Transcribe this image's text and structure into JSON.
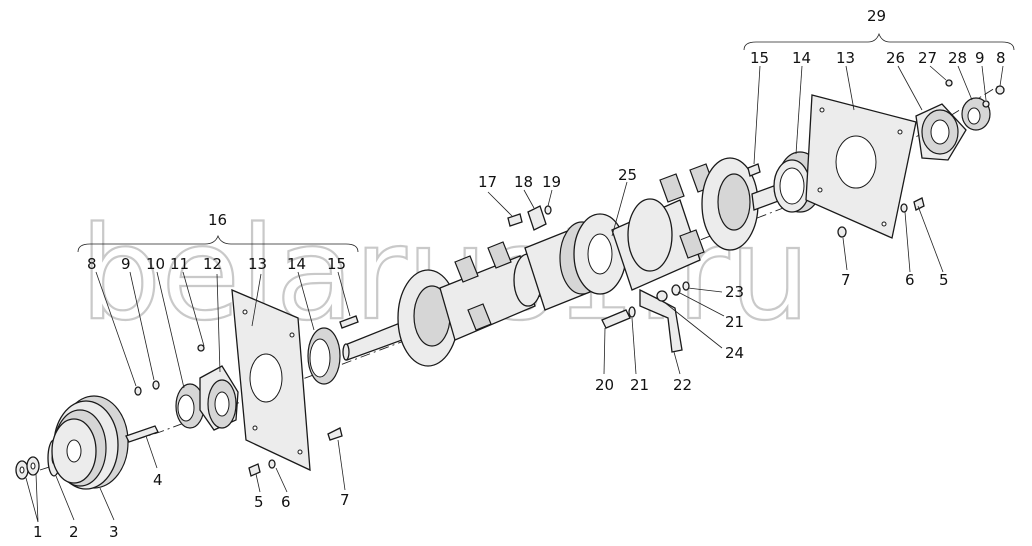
{
  "watermark": "belarus1.ru",
  "labels": {
    "n1": "1",
    "n2": "2",
    "n3": "3",
    "n4": "4",
    "n5a": "5",
    "n6a": "6",
    "n7a": "7",
    "n8a": "8",
    "n9a": "9",
    "n10": "10",
    "n11": "11",
    "n12": "12",
    "n13a": "13",
    "n14a": "14",
    "n15a": "15",
    "n16": "16",
    "n17": "17",
    "n18": "18",
    "n19": "19",
    "n20": "20",
    "n21a": "21",
    "n22": "22",
    "n23": "23",
    "n21b": "21",
    "n24": "24",
    "n25": "25",
    "n7b": "7",
    "n6b": "6",
    "n5b": "5",
    "n29": "29",
    "n15b": "15",
    "n14b": "14",
    "n13b": "13",
    "n26": "26",
    "n27": "27",
    "n28": "28",
    "n9b": "9",
    "n8b": "8"
  }
}
